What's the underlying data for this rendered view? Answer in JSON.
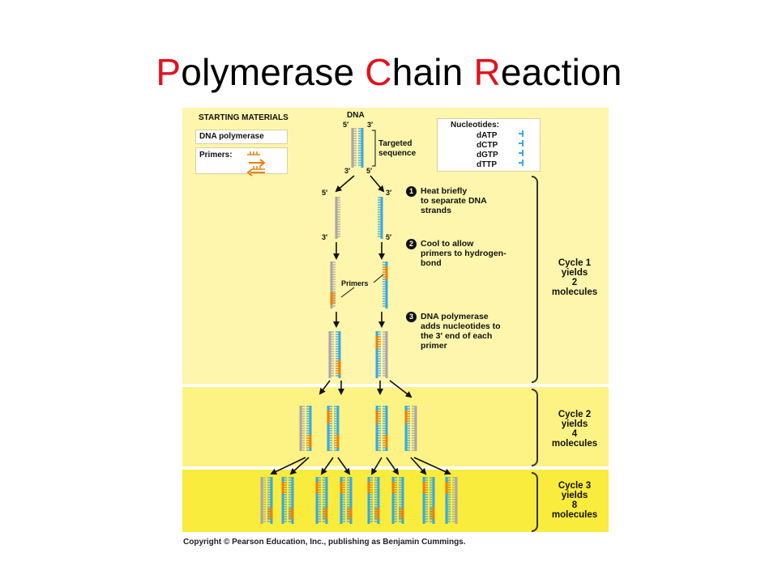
{
  "title": {
    "parts": [
      {
        "text": "P",
        "highlight": true
      },
      {
        "text": "olymerase ",
        "highlight": false
      },
      {
        "text": "C",
        "highlight": true
      },
      {
        "text": "hain ",
        "highlight": false
      },
      {
        "text": "R",
        "highlight": true
      },
      {
        "text": "eaction",
        "highlight": false
      }
    ]
  },
  "colors": {
    "title_highlight": "#e3111d",
    "cycle1_bg": "#fdf6ac",
    "cycle2_bg": "#fdf384",
    "cycle3_bg": "#f9ec3d",
    "strand_blue": "#3aa8df",
    "strand_gray": "#a7a7a7",
    "primer_orange": "#e8820e"
  },
  "starting_materials": {
    "heading": "STARTING MATERIALS",
    "polymerase": "DNA polymerase",
    "primers": "Primers:"
  },
  "dna": {
    "label": "DNA",
    "end_5": "5′",
    "end_3": "3′",
    "targeted": "Targeted",
    "sequence": "sequence"
  },
  "nucleotides": {
    "heading": "Nucleotides:",
    "items": [
      "dATP",
      "dCTP",
      "dGTP",
      "dTTP"
    ]
  },
  "steps": [
    {
      "num": "1",
      "lines": [
        "Heat briefly",
        "to separate DNA",
        "strands"
      ]
    },
    {
      "num": "2",
      "lines": [
        "Cool to allow",
        "primers to hydrogen-",
        "bond"
      ]
    },
    {
      "num": "3",
      "lines": [
        "DNA polymerase",
        "adds nucleotides to",
        "the 3′ end of each",
        "primer"
      ]
    }
  ],
  "primers_callout": "Primers",
  "cycles": [
    {
      "lines": [
        "Cycle 1",
        "yields",
        "2",
        "molecules"
      ]
    },
    {
      "lines": [
        "Cycle 2",
        "yields",
        "4",
        "molecules"
      ]
    },
    {
      "lines": [
        "Cycle 3",
        "yields",
        "8",
        "molecules"
      ]
    }
  ],
  "copyright": "Copyright © Pearson Education, Inc., publishing as Benjamin Cummings."
}
